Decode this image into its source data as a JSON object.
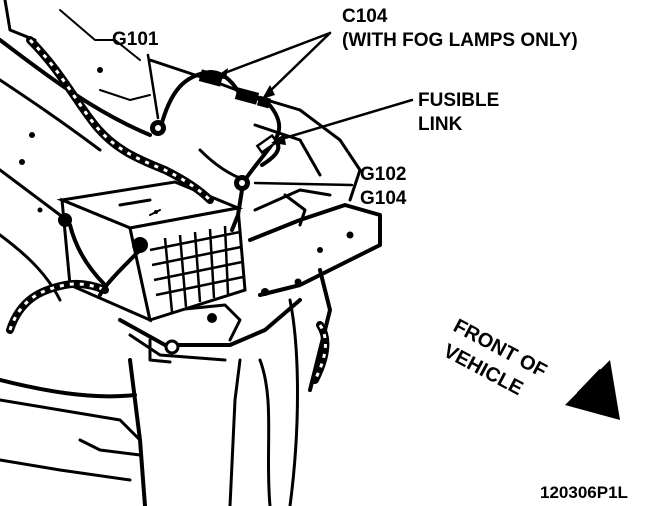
{
  "labels": {
    "g101": "G101",
    "c104": "C104",
    "c104_note": "(WITH FOG LAMPS ONLY)",
    "fusible_line1": "FUSIBLE",
    "fusible_line2": "LINK",
    "g102": "G102",
    "g104": "G104",
    "front_line1": "FRONT OF",
    "front_line2": "VEHICLE",
    "figure_code": "120306P1L"
  }
}
